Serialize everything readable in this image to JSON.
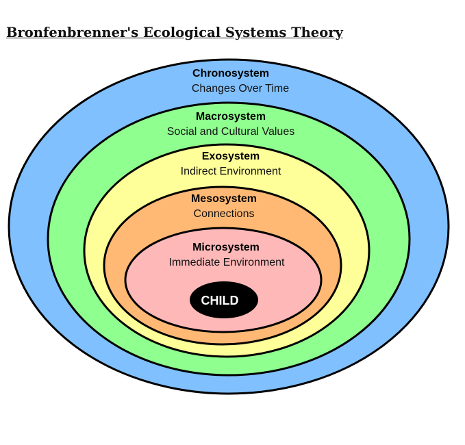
{
  "title": "Bronfenbrenner's Ecological Systems Theory",
  "systems": [
    {
      "name": "Chronosystem",
      "description": "Changes Over Time",
      "color": "#80c0ff"
    },
    {
      "name": "Macrosystem",
      "description": "Social and Cultural Values",
      "color": "#8fff8f"
    },
    {
      "name": "Exosystem",
      "description": "Indirect Environment",
      "color": "#ffff99"
    },
    {
      "name": "Mesosystem",
      "description": "Connections",
      "color": "#ffb974"
    },
    {
      "name": "Microsystem",
      "description": "Immediate Environment",
      "color": "#ffb8b8"
    }
  ],
  "center": {
    "label": "CHILD",
    "color": "#000000"
  }
}
